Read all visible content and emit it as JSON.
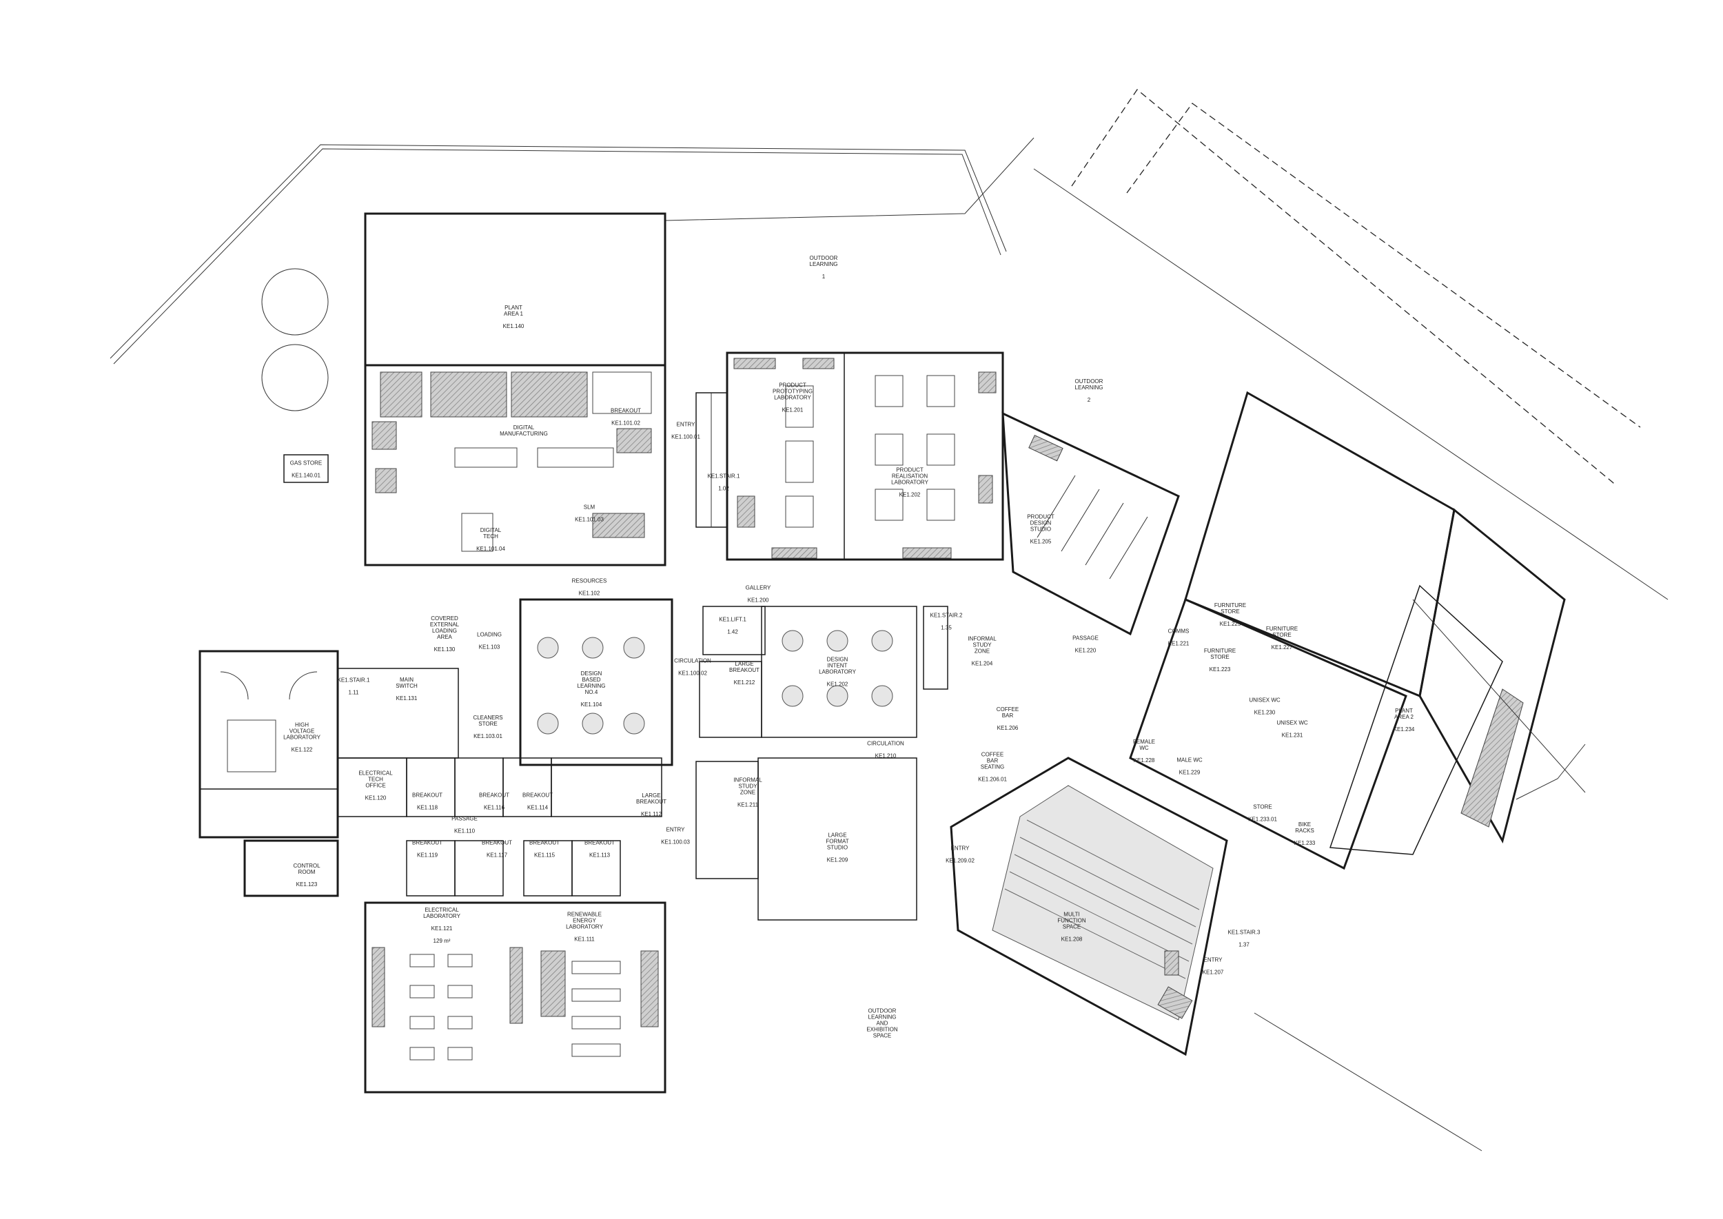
{
  "rooms": [
    {
      "id": "outdoor-1",
      "name": "OUTDOOR\nLEARNING",
      "code": "1"
    },
    {
      "id": "outdoor-2",
      "name": "OUTDOOR\nLEARNING",
      "code": "2"
    },
    {
      "id": "outdoor-exh",
      "name": "OUTDOOR\nLEARNING\nAND\nEXHIBITION\nSPACE",
      "code": ""
    },
    {
      "id": "plant-1",
      "name": "PLANT\nAREA 1",
      "code": "KE1.140"
    },
    {
      "id": "gas-store",
      "name": "GAS STORE",
      "code": "KE1.140.01"
    },
    {
      "id": "digital-mfg",
      "name": "DIGITAL\nMANUFACTURING",
      "code": ""
    },
    {
      "id": "breakout-10102",
      "name": "BREAKOUT",
      "code": "KE1.101.02"
    },
    {
      "id": "slm",
      "name": "SLM",
      "code": "KE1.101.03"
    },
    {
      "id": "digital-tech",
      "name": "DIGITAL\nTECH",
      "code": "KE1.101.04"
    },
    {
      "id": "entry-10001",
      "name": "ENTRY",
      "code": "KE1.100.01"
    },
    {
      "id": "stair-102",
      "name": "KE1.STAIR.1",
      "code": "1.02"
    },
    {
      "id": "product-proto",
      "name": "PRODUCT\nPROTOTYPING\nLABORATORY",
      "code": "KE1.201"
    },
    {
      "id": "product-real",
      "name": "PRODUCT\nREALISATION\nLABORATORY",
      "code": "KE1.202"
    },
    {
      "id": "product-design",
      "name": "PRODUCT\nDESIGN\nSTUDIO",
      "code": "KE1.205"
    },
    {
      "id": "resources",
      "name": "RESOURCES",
      "code": "KE1.102"
    },
    {
      "id": "gallery",
      "name": "GALLERY",
      "code": "KE1.200"
    },
    {
      "id": "lift",
      "name": "KE1.LIFT.1",
      "code": "1.42"
    },
    {
      "id": "stair-2",
      "name": "KE1.STAIR.2",
      "code": "1.35"
    },
    {
      "id": "covered-loading",
      "name": "COVERED\nEXTERNAL\nLOADING\nAREA",
      "code": "KE1.130"
    },
    {
      "id": "loading",
      "name": "LOADING",
      "code": "KE1.103"
    },
    {
      "id": "design-based",
      "name": "DESIGN\nBASED\nLEARNING\nNO.4",
      "code": "KE1.104"
    },
    {
      "id": "circ-10002",
      "name": "CIRCULATION",
      "code": "KE1.100.02"
    },
    {
      "id": "large-breakout",
      "name": "LARGE\nBREAKOUT",
      "code": "KE1.212"
    },
    {
      "id": "design-intent",
      "name": "DESIGN\nINTENT\nLABORATORY",
      "code": "KE1.202"
    },
    {
      "id": "informal-study-1",
      "name": "INFORMAL\nSTUDY\nZONE",
      "code": "KE1.204"
    },
    {
      "id": "passage-220",
      "name": "PASSAGE",
      "code": "KE1.220"
    },
    {
      "id": "comms",
      "name": "COMMS",
      "code": "KE1.221"
    },
    {
      "id": "furn-store-1",
      "name": "FURNITURE\nSTORE",
      "code": "KE1.225"
    },
    {
      "id": "furn-store-2",
      "name": "FURNITURE\nSTORE",
      "code": "KE1.227"
    },
    {
      "id": "furn-store-3",
      "name": "FURNITURE\nSTORE",
      "code": "KE1.223"
    },
    {
      "id": "unisex-wc",
      "name": "UNISEX WC",
      "code": "KE1.230"
    },
    {
      "id": "unisex-wc2",
      "name": "UNISEX WC",
      "code": "KE1.231"
    },
    {
      "id": "plant-2",
      "name": "PLANT\nAREA 2",
      "code": "KE1.234"
    },
    {
      "id": "stair-111",
      "name": "KE1.STAIR.1",
      "code": "1.11"
    },
    {
      "id": "main-switch",
      "name": "MAIN\nSWITCH",
      "code": "KE1.131"
    },
    {
      "id": "cleaners",
      "name": "CLEANERS\nSTORE",
      "code": "KE1.103.01"
    },
    {
      "id": "hv-lab",
      "name": "HIGH\nVOLTAGE\nLABORATORY",
      "code": "KE1.122"
    },
    {
      "id": "elec-tech",
      "name": "ELECTRICAL\nTECH\nOFFICE",
      "code": "KE1.120"
    },
    {
      "id": "breakout-118",
      "name": "BREAKOUT",
      "code": "KE1.118"
    },
    {
      "id": "breakout-116",
      "name": "BREAKOUT",
      "code": "KE1.116"
    },
    {
      "id": "breakout-114",
      "name": "BREAKOUT",
      "code": "KE1.114"
    },
    {
      "id": "large-breakout-112",
      "name": "LARGE\nBREAKOUT",
      "code": "KE1.112"
    },
    {
      "id": "passage-110",
      "name": "PASSAGE",
      "code": "KE1.110"
    },
    {
      "id": "breakout-119",
      "name": "BREAKOUT",
      "code": "KE1.119"
    },
    {
      "id": "breakout-117",
      "name": "BREAKOUT",
      "code": "KE1.117"
    },
    {
      "id": "breakout-115",
      "name": "BREAKOUT",
      "code": "KE1.115"
    },
    {
      "id": "breakout-113",
      "name": "BREAKOUT",
      "code": "KE1.113"
    },
    {
      "id": "control-room",
      "name": "CONTROL\nROOM",
      "code": "KE1.123"
    },
    {
      "id": "elec-lab",
      "name": "ELECTRICAL\nLABORATORY",
      "code": "KE1.121",
      "area": "129 m²"
    },
    {
      "id": "renew-lab",
      "name": "RENEWABLE\nENERGY\nLABORATORY",
      "code": "KE1.111"
    },
    {
      "id": "entry-10003",
      "name": "ENTRY",
      "code": "KE1.100.03"
    },
    {
      "id": "informal-study-2",
      "name": "INFORMAL\nSTUDY\nZONE",
      "code": "KE1.211"
    },
    {
      "id": "large-format",
      "name": "LARGE\nFORMAT\nSTUDIO",
      "code": "KE1.209"
    },
    {
      "id": "circ-210",
      "name": "CIRCULATION",
      "code": "KE1.210"
    },
    {
      "id": "coffee-bar",
      "name": "COFFEE\nBAR",
      "code": "KE1.206"
    },
    {
      "id": "coffee-seating",
      "name": "COFFEE\nBAR\nSEATING",
      "code": "KE1.206.01"
    },
    {
      "id": "female-wc",
      "name": "FEMALE\nWC",
      "code": "KE1.228"
    },
    {
      "id": "male-wc",
      "name": "MALE WC",
      "code": "KE1.229"
    },
    {
      "id": "store-233",
      "name": "STORE",
      "code": "KE1.233.01"
    },
    {
      "id": "bike-racks",
      "name": "BIKE\nRACKS",
      "code": "KE1.233"
    },
    {
      "id": "entry-20902",
      "name": "ENTRY",
      "code": "KE1.209.02"
    },
    {
      "id": "multi-function",
      "name": "MULTI\nFUNCTION\nSPACE",
      "code": "KE1.208"
    },
    {
      "id": "stair-3",
      "name": "KE1.STAIR.3",
      "code": "1.37"
    },
    {
      "id": "entry-207",
      "name": "ENTRY",
      "code": "KE1.207"
    }
  ]
}
